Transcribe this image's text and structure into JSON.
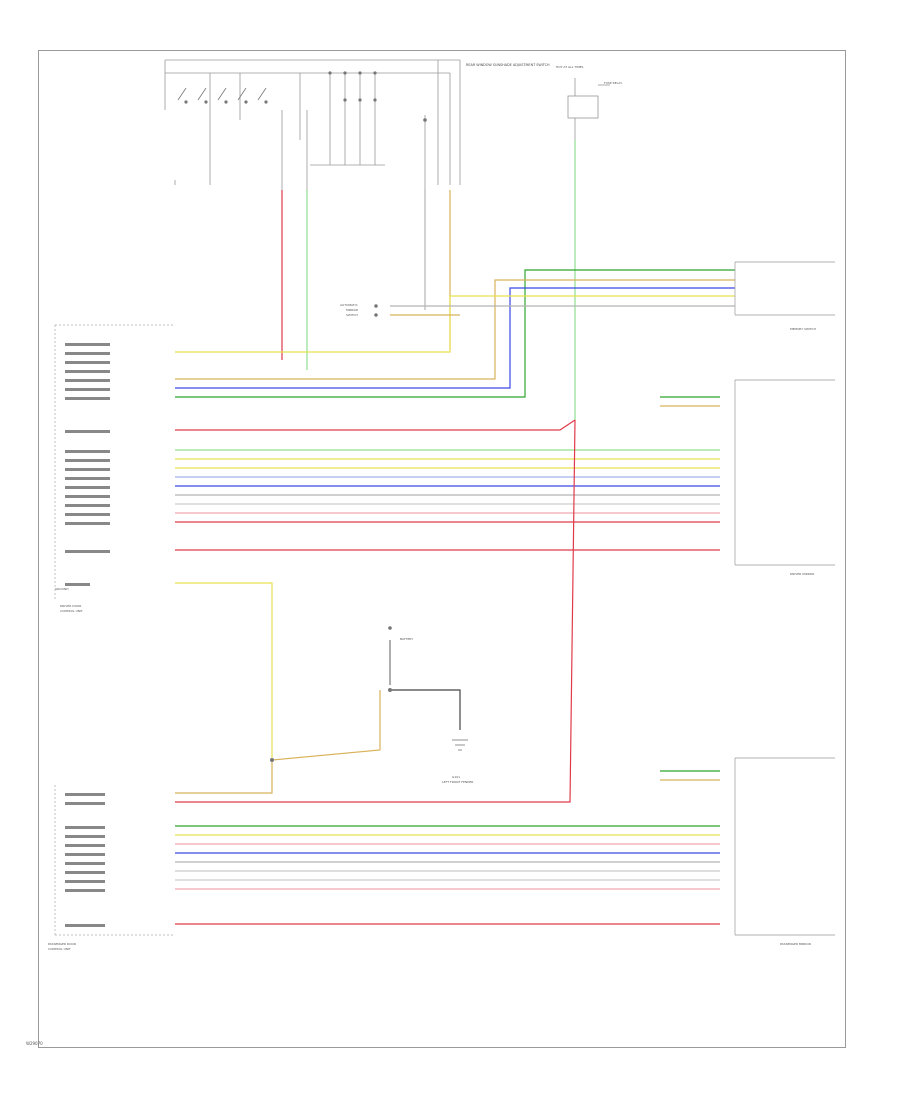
{
  "colors": {
    "red": "#e03a4a",
    "green": "#2fa52f",
    "light_green": "#8fe08f",
    "yellow": "#e8e050",
    "tan": "#d8b25a",
    "blue": "#3a48e8",
    "light_blue": "#9fb4ee",
    "gray": "#b5b5b5",
    "dark": "#444444"
  },
  "labels": {
    "top_switch": "REAR WINDOW SUNSHADE ADJUSTMENT SWITCH",
    "top_right_fuse": "HOT AT ALL TIMES",
    "top_right_relay": "FUSE RELAY",
    "memory_switch": "MEMORY SWITCH",
    "driver_cu_1": "DRIVER DOOR",
    "driver_cu_2": "CONTROL UNIT",
    "driver_mirror": "DRIVER MIRROR",
    "passenger_cu_1": "PASSENGER DOOR",
    "passenger_cu_2": "CONTROL UNIT",
    "passenger_mirror": "PASSENGER MIRROR",
    "battery_label": "BATTERY",
    "ground_label_1": "G101",
    "ground_label_2": "LEFT FRONT FENDER",
    "stalk_label_1": "AUTOMATIC",
    "stalk_label_2": "MIRROR",
    "stalk_label_3": "SWITCH",
    "ground_mid": "GROUND",
    "ground_top": "GROUND",
    "footer": "W29070"
  }
}
